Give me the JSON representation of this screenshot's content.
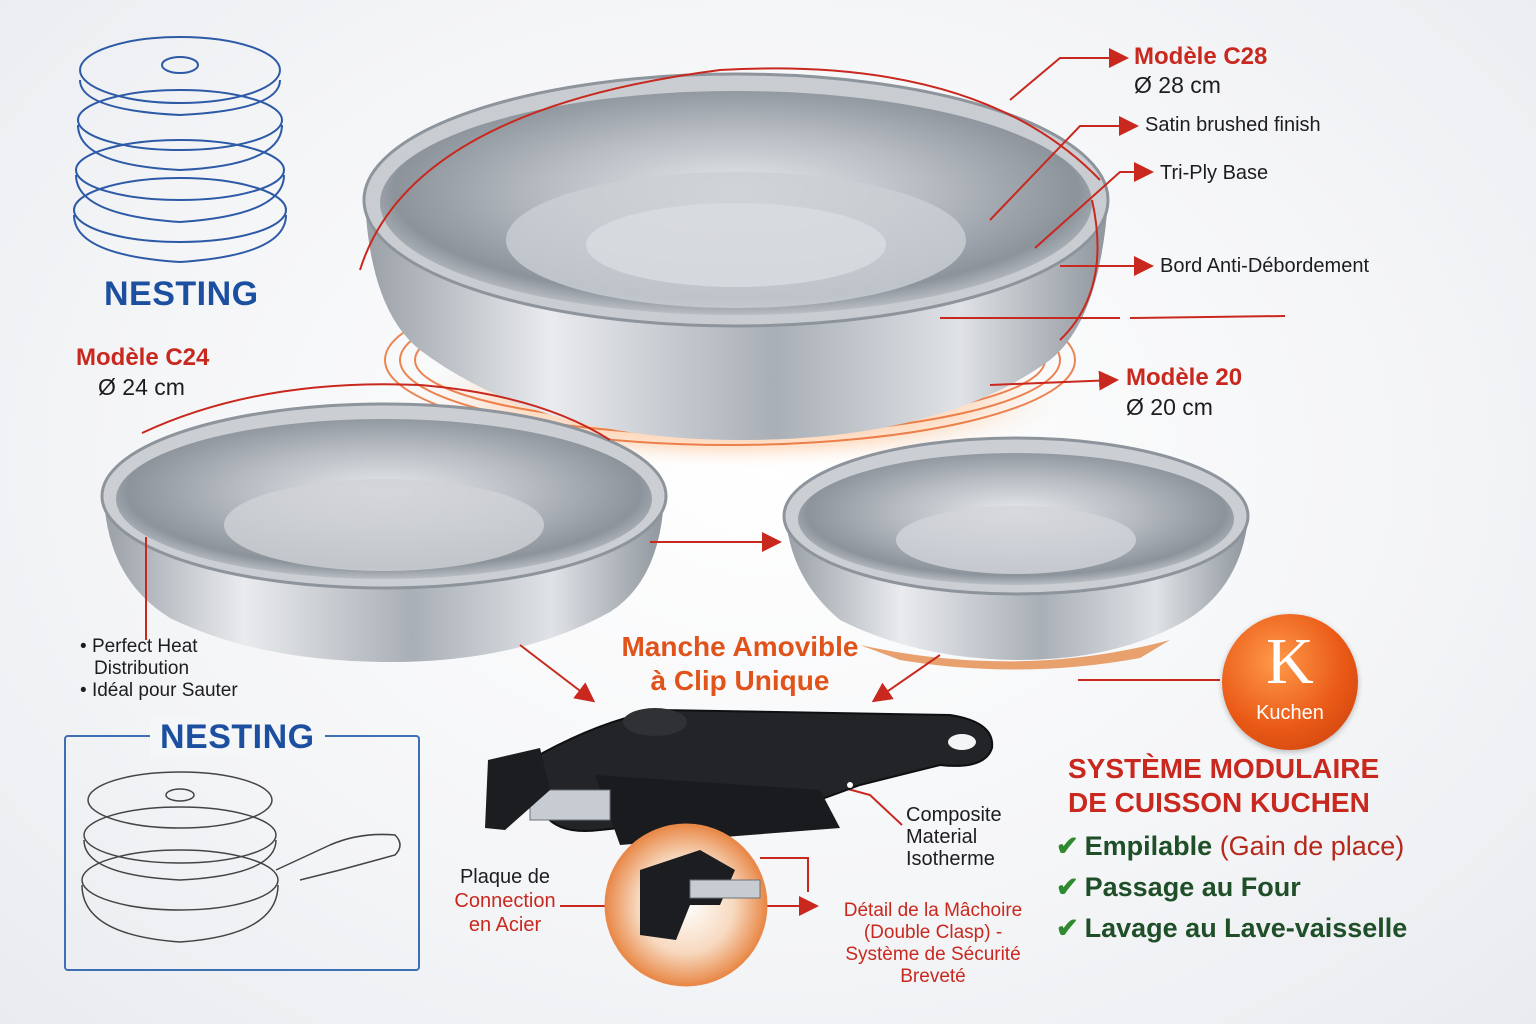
{
  "nesting_top": {
    "title": "NESTING"
  },
  "nesting_box": {
    "title": "NESTING"
  },
  "model_c28": {
    "name": "Modèle C28",
    "size": "Ø 28 cm"
  },
  "model_c24": {
    "name": "Modèle C24",
    "size": "Ø 24 cm"
  },
  "model_20": {
    "name": "Modèle 20",
    "size": "Ø 20 cm"
  },
  "callouts": {
    "satin": "Satin brushed finish",
    "triply": "Tri-Ply Base",
    "bord": "Bord Anti-Débordement"
  },
  "c24_bullets": [
    "Perfect Heat",
    "Distribution",
    "Idéal pour Sauter"
  ],
  "handle": {
    "title_line1": "Manche Amovible",
    "title_line2": "à Clip Unique"
  },
  "composite": [
    "Composite",
    "Material",
    "Isotherme"
  ],
  "plaque": [
    "Plaque de",
    "Connection",
    "en Acier"
  ],
  "jaw_detail": [
    "Détail de la Mâchoire",
    "(Double Clasp) -",
    "Système de Sécurité",
    "Breveté"
  ],
  "brand": {
    "letter": "K",
    "name": "Kuchen"
  },
  "system": {
    "title_line1": "SYSTÈME MODULAIRE",
    "title_line2": "DE CUISSON KUCHEN",
    "features": [
      {
        "main": "Empilable",
        "sub": "(Gain de place)"
      },
      {
        "main": "Passage au Four",
        "sub": ""
      },
      {
        "main": "Lavage au Lave-vaisselle",
        "sub": ""
      }
    ]
  },
  "colors": {
    "accent_red": "#c8281e",
    "accent_orange": "#e0531a",
    "nesting_blue": "#1d4fa0",
    "check_green": "#2f8a2f"
  }
}
